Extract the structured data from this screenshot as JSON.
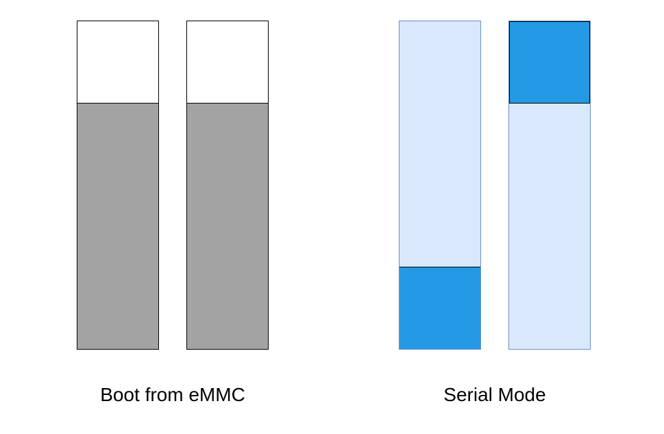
{
  "groups": [
    {
      "label": "Boot from eMMC",
      "switches": [
        {
          "position": "up"
        },
        {
          "position": "up"
        }
      ]
    },
    {
      "label": "Serial Mode",
      "switches": [
        {
          "position": "down"
        },
        {
          "position": "up"
        }
      ]
    }
  ],
  "colors": {
    "emmc_fill": "#a3a3a3",
    "emmc_knob": "#ffffff",
    "serial_fill": "#dae8fc",
    "serial_knob": "#239ae3",
    "serial_border": "#6c8ebf"
  }
}
